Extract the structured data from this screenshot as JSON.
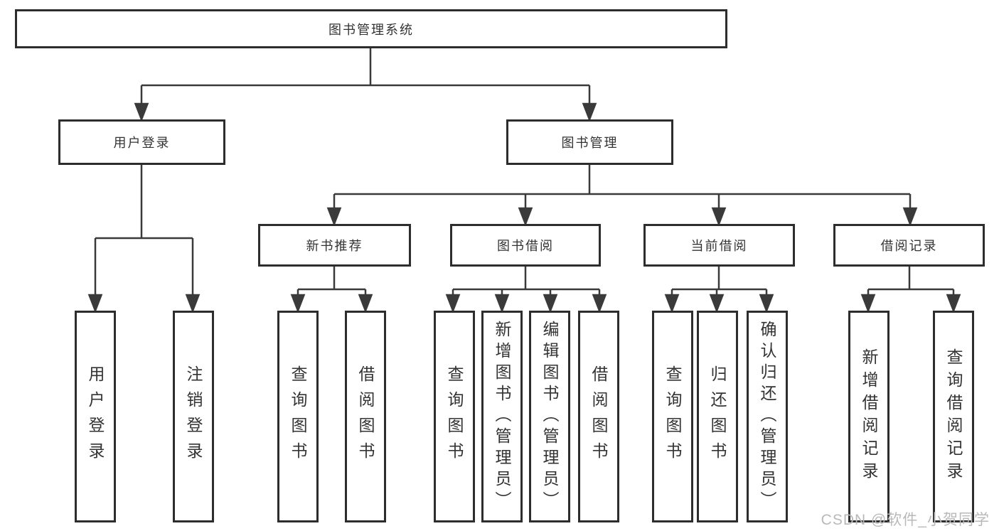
{
  "tree": {
    "root": "图书管理系统",
    "level2": [
      "用户登录",
      "图书管理"
    ],
    "level3": [
      "新书推荐",
      "图书借阅",
      "当前借阅",
      "借阅记录"
    ],
    "leaves": [
      "用户登录",
      "注销登录",
      "查询图书",
      "借阅图书",
      "查询图书",
      "新增图书（管理员）",
      "编辑图书（管理员）",
      "借阅图书",
      "查询图书",
      "归还图书",
      "确认归还（管理员）",
      "新增借阅记录",
      "查询借阅记录"
    ]
  },
  "hierarchy": {
    "图书管理系统": [
      "用户登录",
      "图书管理"
    ],
    "用户登录": [
      "用户登录",
      "注销登录"
    ],
    "图书管理": [
      "新书推荐",
      "图书借阅",
      "当前借阅",
      "借阅记录"
    ],
    "新书推荐": [
      "查询图书",
      "借阅图书"
    ],
    "图书借阅": [
      "查询图书",
      "新增图书（管理员）",
      "编辑图书（管理员）",
      "借阅图书"
    ],
    "当前借阅": [
      "查询图书",
      "归还图书",
      "确认归还（管理员）"
    ],
    "借阅记录": [
      "新增借阅记录",
      "查询借阅记录"
    ]
  },
  "watermark": {
    "text": "CSDN @软件_小贺同学"
  },
  "colors": {
    "line": "#3a3a3a",
    "border": "#2d2d2d",
    "text": "#333333",
    "watermark": "#b9b9b9",
    "background": "#ffffff"
  }
}
